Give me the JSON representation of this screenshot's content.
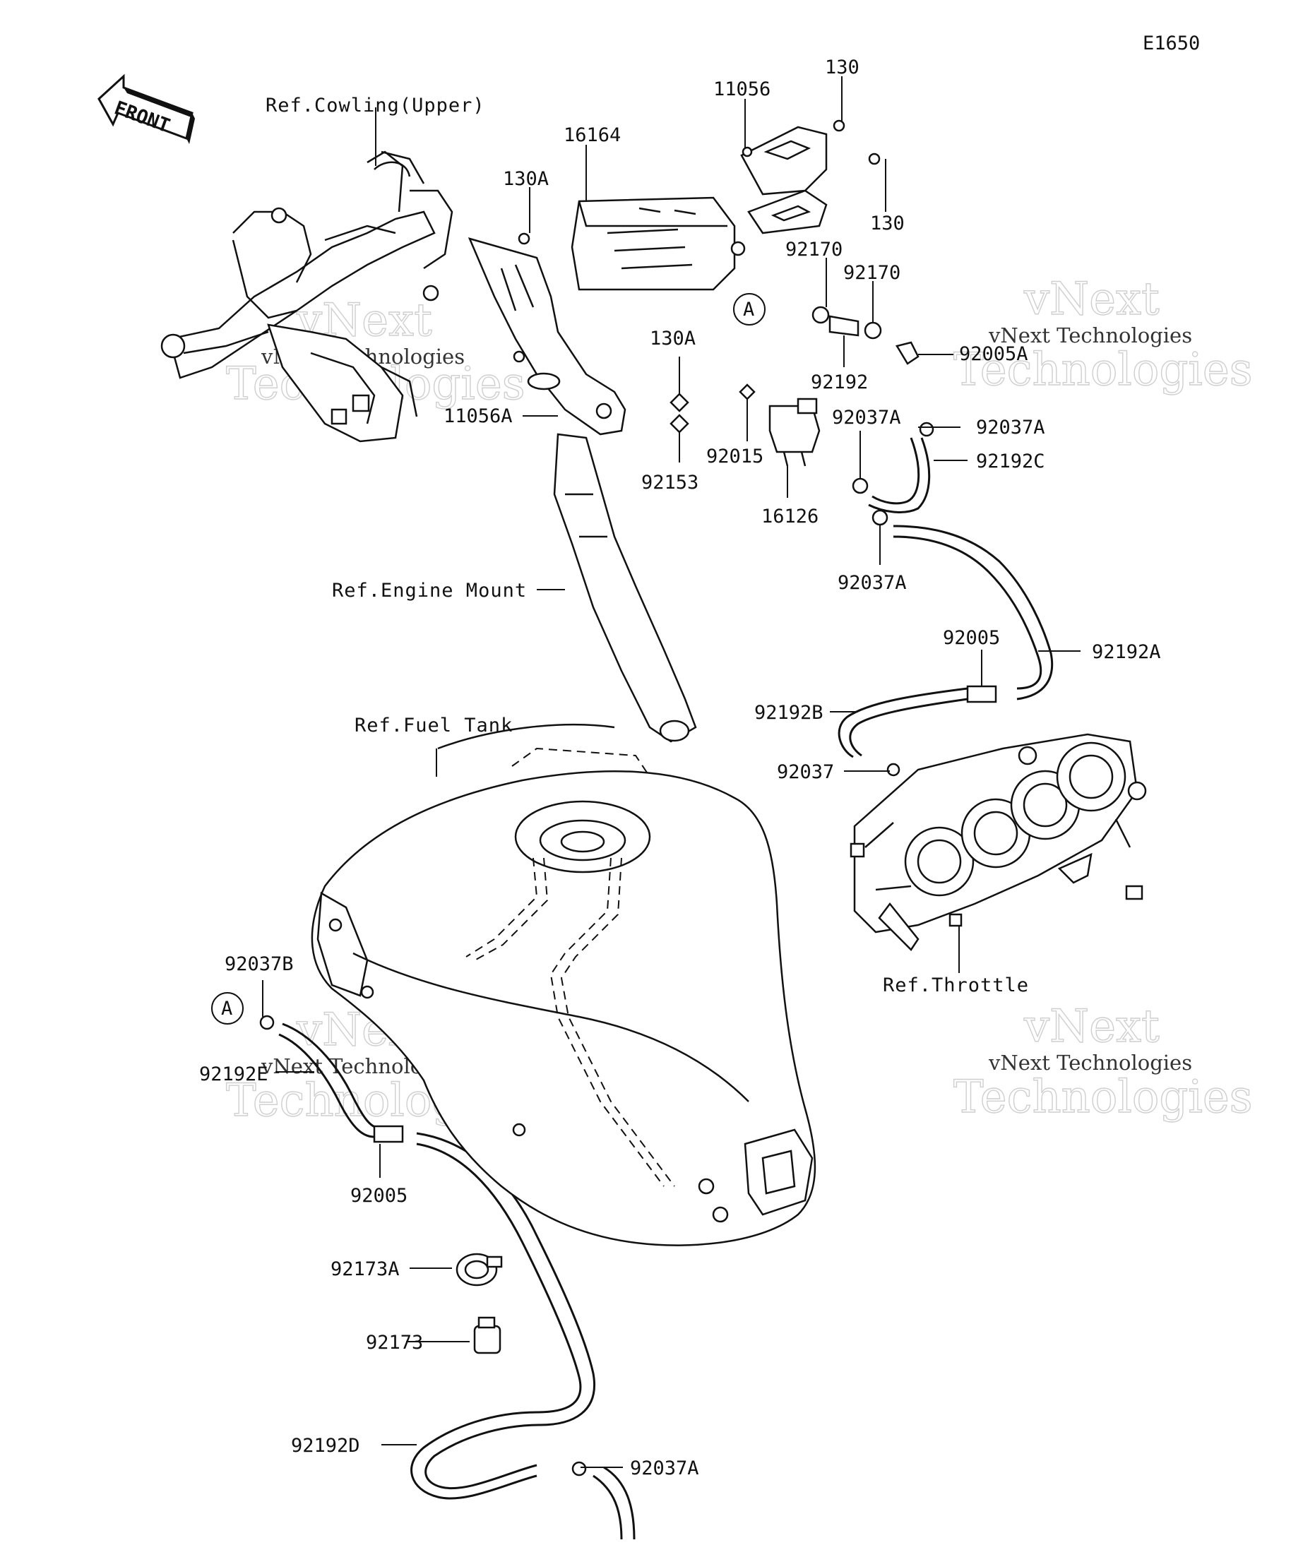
{
  "diagram_id": "E1650",
  "front_arrow": "FRONT",
  "callout_circle": "A",
  "watermark": {
    "brand": "vNext",
    "word": "Technologies",
    "caption": "vNext Technologies"
  },
  "references": {
    "cowling": "Ref.Cowling(Upper)",
    "engine_mount": "Ref.Engine Mount",
    "fuel_tank": "Ref.Fuel Tank",
    "throttle": "Ref.Throttle"
  },
  "parts": {
    "p11056": "11056",
    "p130_top": "130",
    "p130_right": "130",
    "p16164": "16164",
    "p130a_left": "130A",
    "p92170_a": "92170",
    "p92170_b": "92170",
    "p92005a": "92005A",
    "p92192": "92192",
    "p130a_mid": "130A",
    "p11056a": "11056A",
    "p92153": "92153",
    "p92015": "92015",
    "p92037a_top": "92037A",
    "p92037a_right": "92037A",
    "p92192c": "92192C",
    "p16126": "16126",
    "p92037a_mid": "92037A",
    "p92005_top": "92005",
    "p92192a": "92192A",
    "p92192b": "92192B",
    "p92037": "92037",
    "p92037b": "92037B",
    "p92192e": "92192E",
    "p92005_bottom": "92005",
    "p92173a": "92173A",
    "p92173": "92173",
    "p92192d": "92192D",
    "p92037a_bottom": "92037A"
  }
}
